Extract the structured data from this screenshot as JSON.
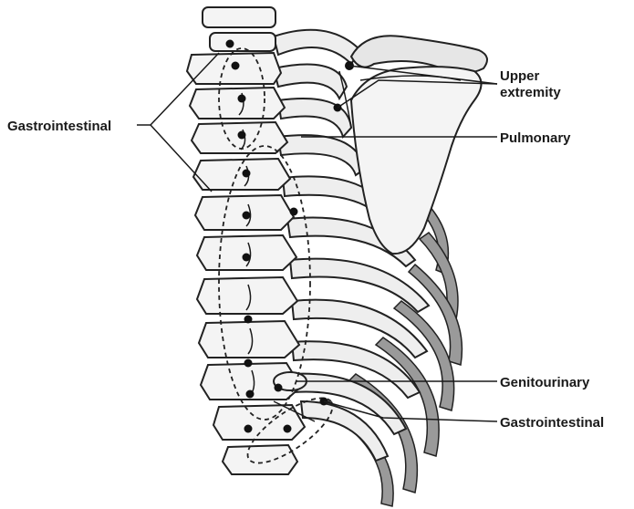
{
  "labels": {
    "gastrointestinal_left": "Gastrointestinal",
    "upper_extremity_line1": "Upper",
    "upper_extremity_line2": "extremity",
    "pulmonary": "Pulmonary",
    "genitourinary": "Genitourinary",
    "gastrointestinal_right": "Gastrointestinal"
  }
}
